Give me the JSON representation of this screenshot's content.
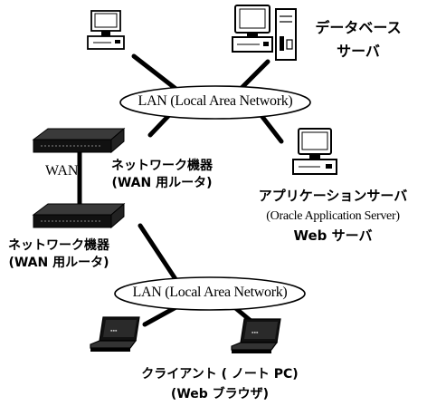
{
  "lan_top": {
    "label": "LAN (Local Area Network)"
  },
  "lan_bottom": {
    "label": "LAN (Local Area Network)"
  },
  "wan": {
    "label": "WAN"
  },
  "database_server": {
    "line1": "データベース",
    "line2": "サーバ"
  },
  "router_upper": {
    "line1": "ネットワーク機器",
    "line2": "(WAN 用ルータ)"
  },
  "router_lower": {
    "line1": "ネットワーク機器",
    "line2": "(WAN 用ルータ)"
  },
  "app_server": {
    "line1": "アプリケーションサーバ",
    "line2": "(Oracle Application Server)",
    "line3": "Web サーバ"
  },
  "client": {
    "line1": "クライアント ( ノート PC)",
    "line2": "(Web ブラウザ)"
  },
  "colors": {
    "ink": "#000000",
    "device_dark": "#1a1a1a",
    "paper": "#ffffff"
  }
}
